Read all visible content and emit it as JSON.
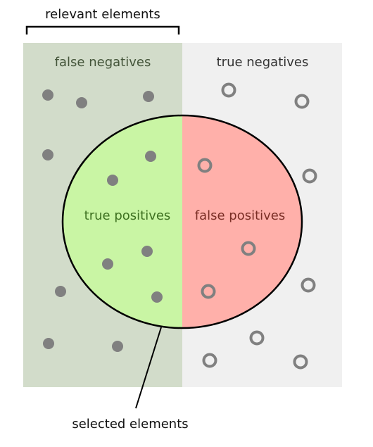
{
  "labels": {
    "relevant": "relevant elements",
    "selected": "selected elements",
    "false_negatives": "false negatives",
    "true_negatives": "true negatives",
    "true_positives": "true positives",
    "false_positives": "false positives"
  },
  "colors": {
    "relevant_region": "#d2dcca",
    "nonrelevant_region": "#f0f0f0",
    "true_positive_fill": "#c9f5a4",
    "false_positive_fill": "#ffb0aa",
    "outline": "#000000",
    "dot": "#808080",
    "false_negative_text": "#44553a",
    "true_negative_text": "#333333",
    "true_positive_text": "#3d7020",
    "false_positive_text": "#7a2e25",
    "caption_text": "#111111"
  }
}
